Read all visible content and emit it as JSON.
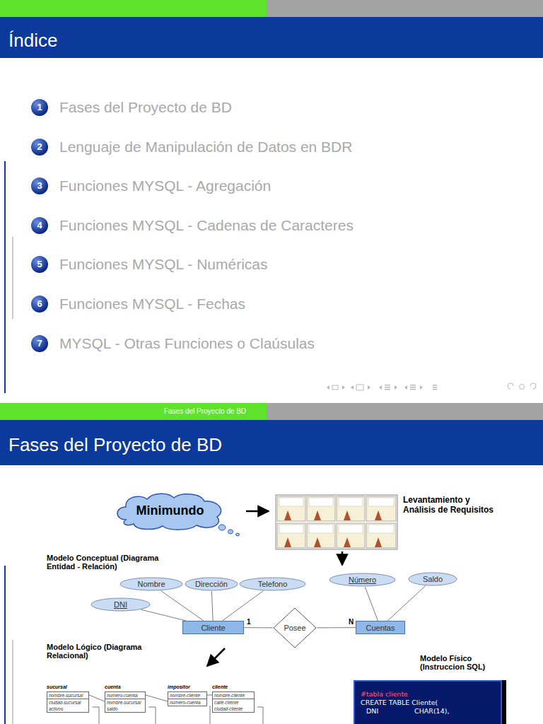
{
  "diagram": {
    "title": "Índice",
    "nodes": [
      {
        "text": [
          "1",
          "Fases del Proyecto de BD"
        ]
      },
      {
        "text": [
          "2",
          "Lenguaje de Manipulación de Datos en BDR"
        ]
      },
      {
        "text": [
          "3",
          "Funciones MYSQL - Agregación"
        ]
      },
      {
        "text": [
          "4",
          "Funciones MYSQL - Cadenas de Caracteres"
        ]
      },
      {
        "text": [
          "5",
          "Funciones MYSQL - Numéricas"
        ]
      },
      {
        "text": [
          "6",
          "Funciones MYSQL - Fechas"
        ]
      },
      {
        "text": [
          "7",
          "MYSQL - Otras Funciones o Claúsulas"
        ]
      },
      {
        "text": [
          "Minimundo"
        ]
      },
      {
        "text": [
          "Levantamiento y Análisis de Requisitos"
        ]
      },
      {
        "text": [
          "Nombre"
        ]
      },
      {
        "text": [
          "Dirección"
        ]
      },
      {
        "text": [
          "Telefono"
        ]
      },
      {
        "text": [
          "Número"
        ]
      },
      {
        "text": [
          "Saldo"
        ]
      },
      {
        "text": [
          "DNI"
        ]
      },
      {
        "text": [
          "Cliente"
        ]
      },
      {
        "text": [
          "Posee"
        ]
      },
      {
        "text": [
          "Cuentas"
        ]
      },
      {
        "text": [
          "sucursal",
          "nombre-sucursal",
          "ciudad-sucursal",
          "activos"
        ]
      },
      {
        "text": [
          "cuenta",
          "número-cuenta",
          "nombre-sucursal",
          "saldo"
        ]
      },
      {
        "text": [
          "impositor",
          "nombre-cliente",
          "número-cuenta"
        ]
      },
      {
        "text": [
          "cliente",
          "nombre-cliente",
          "calle-cliente",
          "ciudad-cliente"
        ]
      },
      {
        "text": [
          "#tabla cliente",
          "CREATE TABLE Cliente(",
          "DNI",
          "CHAR(14),"
        ]
      }
    ],
    "edges": [
      {
        "from": 7,
        "to": 8,
        "arrow": "to"
      },
      {
        "from": 9,
        "to": 15,
        "arrow": "none"
      },
      {
        "from": 10,
        "to": 15,
        "arrow": "none"
      },
      {
        "from": 11,
        "to": 15,
        "arrow": "none"
      },
      {
        "from": 14,
        "to": 15,
        "arrow": "none"
      },
      {
        "from": 12,
        "to": 17,
        "arrow": "none"
      },
      {
        "from": 13,
        "to": 17,
        "arrow": "none"
      },
      {
        "from": 15,
        "to": 16,
        "label": "1",
        "arrow": "none"
      },
      {
        "from": 16,
        "to": 17,
        "label": "N",
        "arrow": "none"
      },
      {
        "from": 18,
        "to": 19,
        "arrow": "none"
      },
      {
        "from": 19,
        "to": 20,
        "arrow": "none"
      },
      {
        "from": 20,
        "to": 21,
        "arrow": "none"
      }
    ],
    "labels": [
      "Fases del Proyecto de BD",
      "Fases del Proyecto de BD",
      "Modelo Conceptual (Diagrama Entidad - Relación)",
      "Modelo Lógico (Diagrama Relacional)",
      "Modelo Físico (Instruccion SQL)"
    ]
  }
}
